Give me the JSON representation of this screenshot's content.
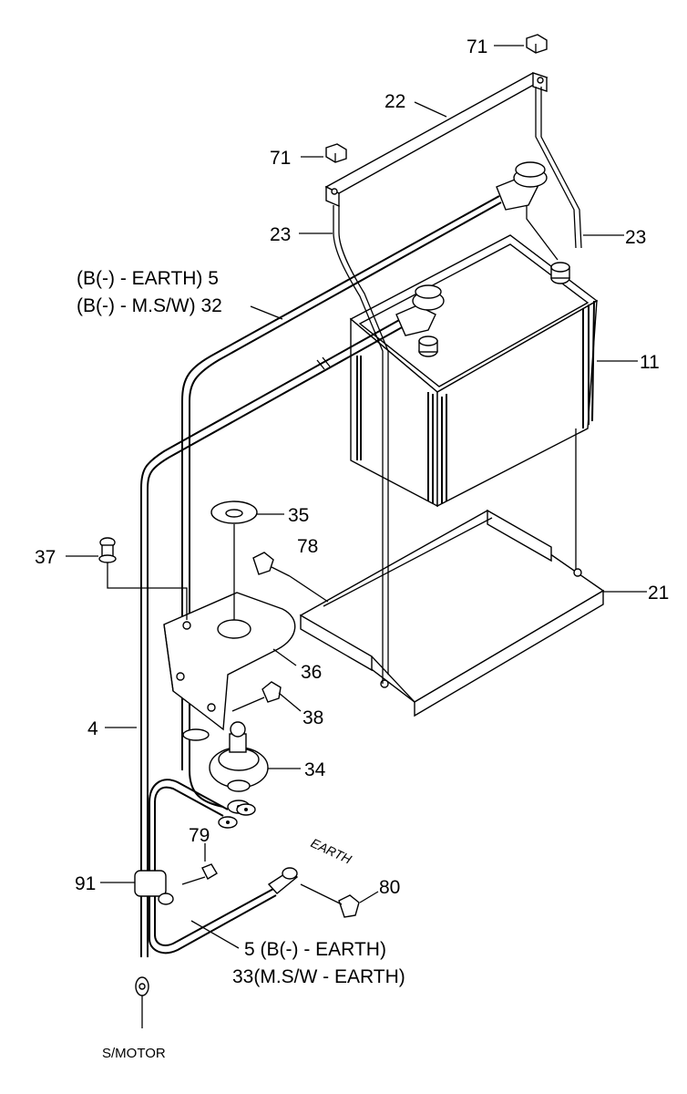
{
  "labels": {
    "p71a": "71",
    "p22": "22",
    "p71b": "71",
    "p23a": "23",
    "p23b": "23",
    "p5a": "(B(-) - EARTH) 5",
    "p32": "(B(-) - M.S/W) 32",
    "p11": "11",
    "p35": "35",
    "p37": "37",
    "p78": "78",
    "p21": "21",
    "p36": "36",
    "p4": "4",
    "p38": "38",
    "p34": "34",
    "p79": "79",
    "p91": "91",
    "p80": "80",
    "earth": "EARTH",
    "p5b": "5 (B(-) - EARTH)",
    "p33": "33(M.S/W - EARTH)",
    "smotor": "S/MOTOR"
  }
}
